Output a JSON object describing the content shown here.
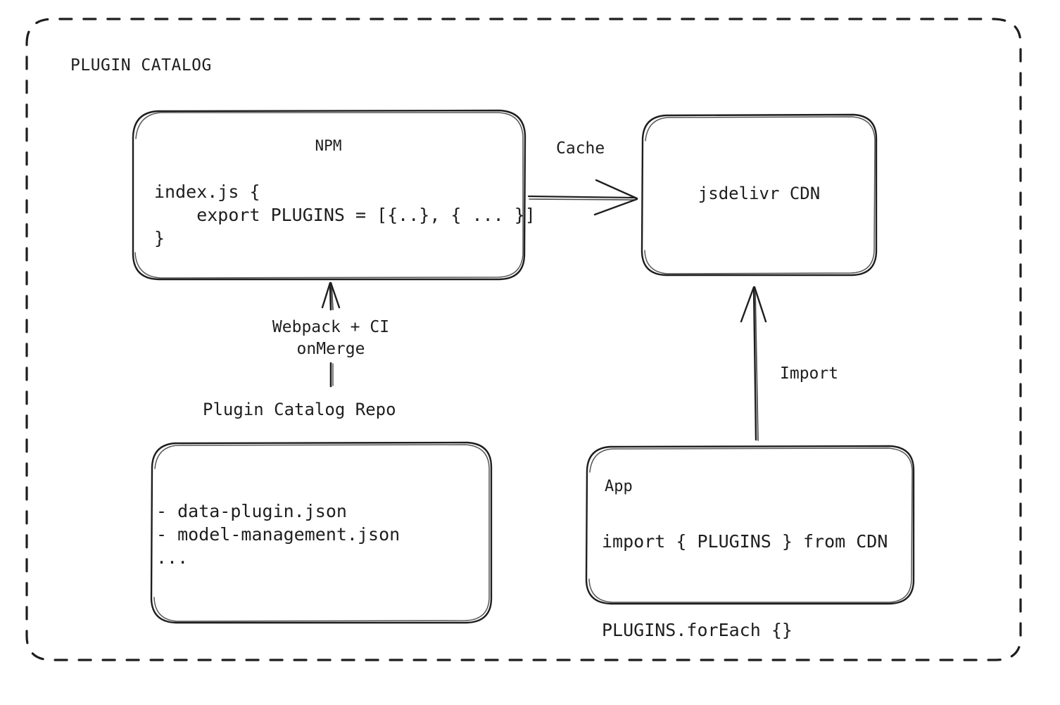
{
  "diagram": {
    "title": "PLUGIN CATALOG",
    "background": "#ffffff",
    "stroke": "#1e1e1e",
    "style": "hand-drawn"
  },
  "nodes": {
    "npm": {
      "title": "NPM",
      "code": "index.js {\n    export PLUGINS = [{..}, { ... }]\n}"
    },
    "cdn": {
      "title": "jsdelivr CDN"
    },
    "repo": {
      "caption": "Plugin Catalog Repo",
      "files": "- data-plugin.json\n- model-management.json\n..."
    },
    "app": {
      "title": "App",
      "code": "import { PLUGINS } from CDN\n\nPLUGINS.forEach {}"
    }
  },
  "edges": {
    "cache": {
      "label": "Cache",
      "from": "npm",
      "to": "cdn",
      "direction": "right"
    },
    "build": {
      "label": "Webpack + CI\nonMerge",
      "from": "repo",
      "to": "npm",
      "direction": "up"
    },
    "import": {
      "label": "Import",
      "from": "app",
      "to": "cdn",
      "direction": "up"
    }
  }
}
